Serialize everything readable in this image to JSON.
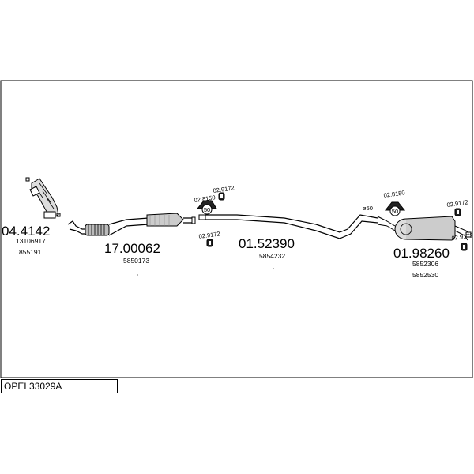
{
  "assembly_code": "OPEL33029A",
  "parts": [
    {
      "id": "p1",
      "number": "04.4142",
      "refs": [
        "13106917",
        "855191"
      ]
    },
    {
      "id": "p2",
      "number": "17.00062",
      "refs": [
        "5850173"
      ]
    },
    {
      "id": "p3",
      "number": "01.52390",
      "refs": [
        "5854232"
      ]
    },
    {
      "id": "p4",
      "number": "01.98260",
      "refs": [
        "5852306",
        "5852530"
      ]
    }
  ],
  "fittings": {
    "f_a_top": "02.9172",
    "f_a_mid": "02.8150",
    "f_a_bot": "02.9172",
    "f_b_mid": "02.8150",
    "f_b_right_top": "02.9172",
    "f_b_right_bot": "02.9172"
  },
  "annotations": {
    "diameter": "ø50"
  }
}
